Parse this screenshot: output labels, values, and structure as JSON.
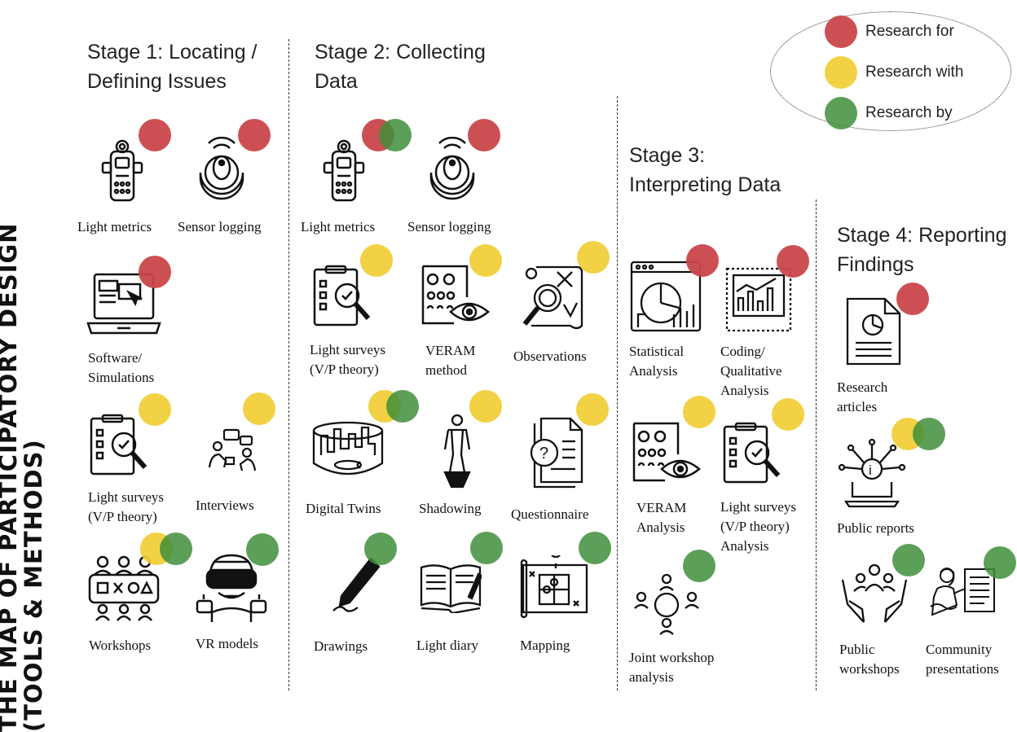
{
  "title_lines": [
    "THE MAP OF PARTICIPATORY DESIGN",
    "(TOOLS & METHODS)"
  ],
  "colors": {
    "for": "#c9474a",
    "with": "#f1cd35",
    "by": "#3f8e3b"
  },
  "legend": [
    {
      "label": "Research for",
      "color": "for"
    },
    {
      "label": "Research with",
      "color": "with"
    },
    {
      "label": "Research by",
      "color": "by"
    }
  ],
  "stages": {
    "s1": {
      "line1": "Stage 1: Locating /",
      "line2": "Defining Issues"
    },
    "s2": {
      "line1": "Stage 2: Collecting",
      "line2": "Data"
    },
    "s3": {
      "line1": "Stage 3:",
      "line2": "Interpreting Data"
    },
    "s4": {
      "line1": "Stage 4: Reporting",
      "line2": "Findings"
    }
  },
  "tools": {
    "s1_light_metrics": {
      "label": "Light metrics",
      "icon": "light-meter-icon",
      "research": [
        "for"
      ]
    },
    "s1_sensor_logging": {
      "label": "Sensor logging",
      "icon": "sensor-icon",
      "research": [
        "for"
      ]
    },
    "s1_software": {
      "label": [
        "Software/",
        "Simulations"
      ],
      "icon": "laptop-icon",
      "research": [
        "for"
      ]
    },
    "s1_light_surveys": {
      "label": [
        "Light surveys",
        "(V/P theory)"
      ],
      "icon": "clipboard-search-icon",
      "research": [
        "with"
      ]
    },
    "s1_interviews": {
      "label": "Interviews",
      "icon": "interview-icon",
      "research": [
        "with"
      ]
    },
    "s1_workshops": {
      "label": "Workshops",
      "icon": "workshop-icon",
      "research": [
        "with",
        "by"
      ]
    },
    "s1_vr_models": {
      "label": "VR models",
      "icon": "vr-headset-icon",
      "research": [
        "by"
      ]
    },
    "s2_light_metrics": {
      "label": "Light metrics",
      "icon": "light-meter-icon",
      "research": [
        "for",
        "by"
      ]
    },
    "s2_sensor_logging": {
      "label": "Sensor logging",
      "icon": "sensor-icon",
      "research": [
        "for"
      ]
    },
    "s2_light_surveys": {
      "label": [
        "Light surveys",
        "(V/P theory)"
      ],
      "icon": "clipboard-search-icon",
      "research": [
        "with"
      ]
    },
    "s2_veram": {
      "label": [
        "VERAM",
        "method"
      ],
      "icon": "eye-chart-icon",
      "research": [
        "with"
      ]
    },
    "s2_observations": {
      "label": "Observations",
      "icon": "magnifier-map-icon",
      "research": [
        "with"
      ]
    },
    "s2_digital_twins": {
      "label": "Digital Twins",
      "icon": "digital-twin-icon",
      "research": [
        "with",
        "by"
      ]
    },
    "s2_shadowing": {
      "label": "Shadowing",
      "icon": "shadowing-icon",
      "research": [
        "with"
      ]
    },
    "s2_questionnaire": {
      "label": "Questionnaire",
      "icon": "questionnaire-icon",
      "research": [
        "with"
      ]
    },
    "s2_drawings": {
      "label": "Drawings",
      "icon": "pen-icon",
      "research": [
        "by"
      ]
    },
    "s2_light_diary": {
      "label": "Light diary",
      "icon": "diary-icon",
      "research": [
        "by"
      ]
    },
    "s2_mapping": {
      "label": "Mapping",
      "icon": "puzzle-map-icon",
      "research": [
        "by"
      ]
    },
    "s3_statistical": {
      "label": [
        "Statistical",
        "Analysis"
      ],
      "icon": "dashboard-icon",
      "research": [
        "for"
      ]
    },
    "s3_coding": {
      "label": [
        "Coding/",
        "Qualitative",
        "Analysis"
      ],
      "icon": "bar-chart-icon",
      "research": [
        "for"
      ]
    },
    "s3_veram_analysis": {
      "label": [
        "VERAM",
        "Analysis"
      ],
      "icon": "eye-chart-icon",
      "research": [
        "with"
      ]
    },
    "s3_light_surveys_analysis": {
      "label": [
        "Light surveys",
        "(V/P theory)",
        "Analysis"
      ],
      "icon": "clipboard-search-icon",
      "research": [
        "with"
      ]
    },
    "s3_joint_workshop": {
      "label": [
        "Joint workshop",
        "analysis"
      ],
      "icon": "meeting-table-icon",
      "research": [
        "by"
      ]
    },
    "s4_research_articles": {
      "label": [
        "Research",
        "articles"
      ],
      "icon": "document-chart-icon",
      "research": [
        "for"
      ]
    },
    "s4_public_reports": {
      "label": "Public reports",
      "icon": "info-laptop-icon",
      "research": [
        "with",
        "by"
      ]
    },
    "s4_public_workshops": {
      "label": [
        "Public",
        "workshops"
      ],
      "icon": "hands-people-icon",
      "research": [
        "by"
      ]
    },
    "s4_community": {
      "label": [
        "Community",
        "presentations"
      ],
      "icon": "presenter-icon",
      "research": [
        "by"
      ]
    }
  }
}
